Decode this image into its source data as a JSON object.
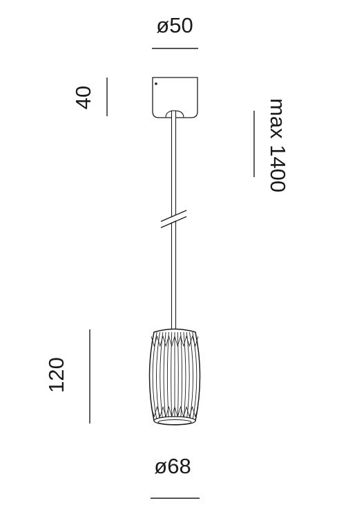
{
  "dimensions": {
    "canopy_diameter": "ø50",
    "canopy_height": "40",
    "cable_length": "max 1400",
    "shade_height": "120",
    "shade_diameter": "ø68"
  },
  "colors": {
    "line": "#1a1a1a",
    "fill": "#ffffff"
  }
}
